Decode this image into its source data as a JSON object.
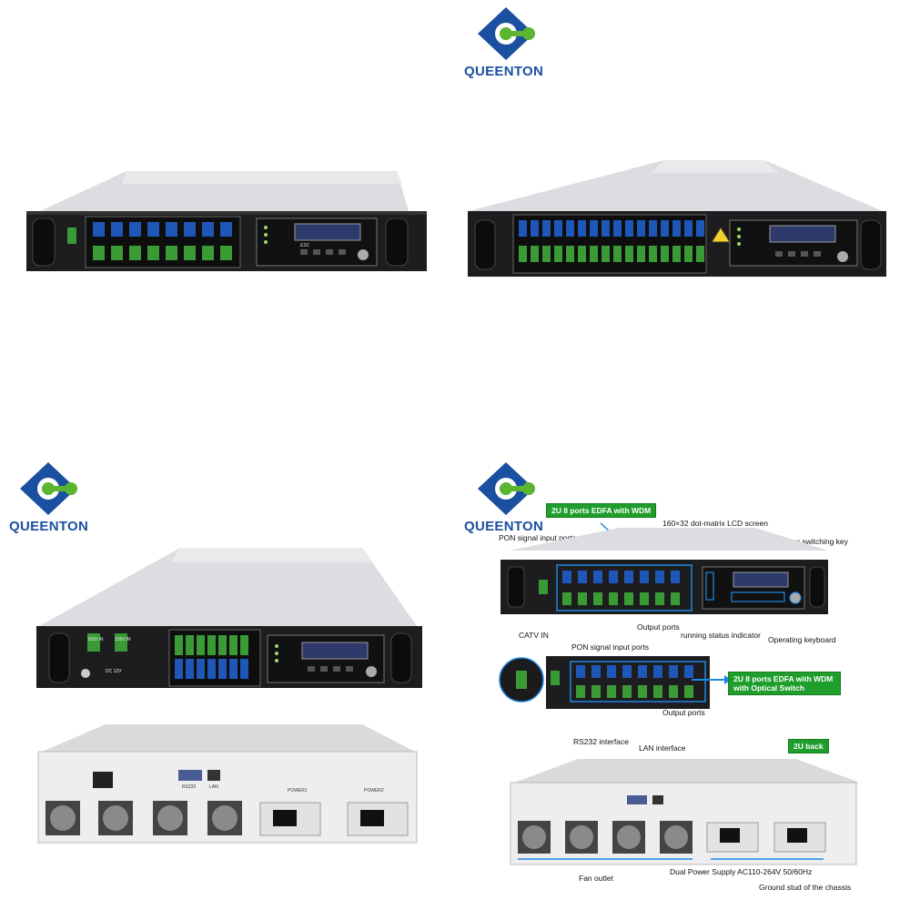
{
  "brand": {
    "name": "QUEENTON",
    "colors": {
      "blue": "#1b4fa0",
      "green": "#5bb531"
    }
  },
  "panels": [
    {
      "id": "top-left",
      "description_icon": "edfa-chassis-8port"
    },
    {
      "id": "top-right",
      "description_icon": "edfa-chassis-16port"
    },
    {
      "id": "bottom-left",
      "description_icon": "edfa-chassis-front-and-back"
    },
    {
      "id": "bottom-right",
      "description_icon": "edfa-annotated"
    }
  ],
  "front_panel_text": {
    "esc": "ESC",
    "catv_left": "1550 IN",
    "catv_right": "1550 IN",
    "dc": "DC 12V"
  },
  "back_panel_text": {
    "rs232": "RS232",
    "lan": "LAN",
    "power1": "POWER1",
    "power2": "POWER2"
  },
  "annotations": {
    "tag_edfa_wdm": "2U 8 ports EDFA with WDM",
    "lcd": "160×32 dot-matrix LCD screen",
    "pump_key": "Pump laser switching key",
    "pon_inputs": "PON signal input ports",
    "outputs": "Output ports",
    "running": "running status indicator",
    "catv_in": "CATV IN",
    "keyboard": "Operating keyboard",
    "pon_inputs_2": "PON signal input ports",
    "tag_optical_switch": "2U 8 ports EDFA with WDM with Optical Switch",
    "outputs_2": "Output ports",
    "rs232": "RS232 interface",
    "lan": "LAN interface",
    "tag_back": "2U back",
    "fan": "Fan outlet",
    "power": "Dual Power Supply AC110-264V 50/60Hz",
    "ground": "Ground stud of the chassis"
  }
}
